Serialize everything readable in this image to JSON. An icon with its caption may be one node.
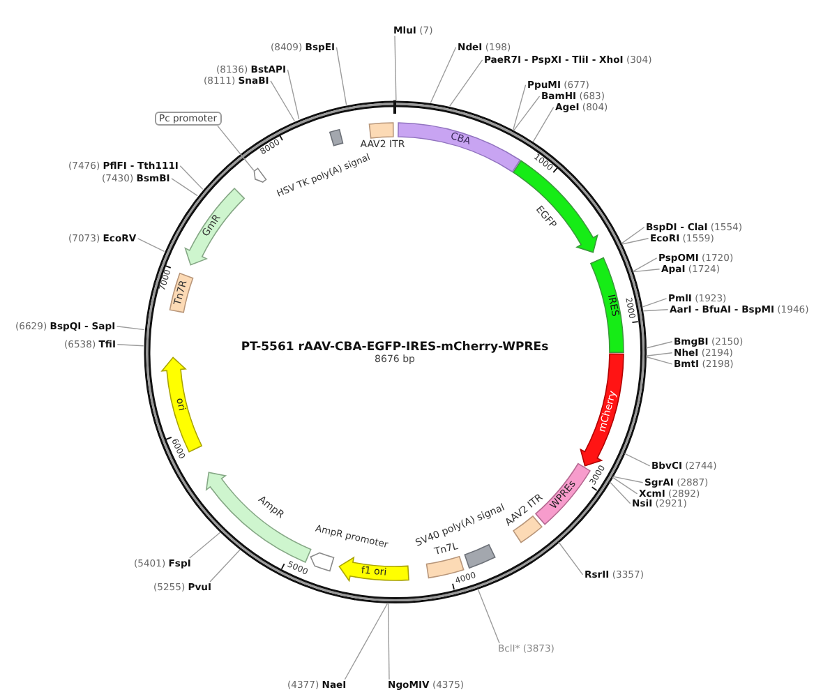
{
  "diagram": {
    "title": "PT-5561 rAAV-CBA-EGFP-IRES-mCherry-WPREs",
    "nodes": [
      {
        "text": [],
        "shape": "circle"
      },
      {
        "text": [
          "CBA"
        ],
        "in": 0
      },
      {
        "text": [],
        "shape": "arrow",
        "beside": [
          "EGFP"
        ],
        "in": 0
      },
      {
        "text": [
          "IRES"
        ],
        "in": 0
      },
      {
        "text": [
          "mCherry"
        ],
        "in": 0
      },
      {
        "text": [
          "WPREs"
        ],
        "in": 0
      },
      {
        "text": [],
        "shape": "box",
        "beside": [
          "AAV2 ITR"
        ],
        "in": 0
      },
      {
        "text": [],
        "shape": "box",
        "beside": [
          "SV40 poly(A) signal"
        ],
        "in": 0
      },
      {
        "text": [],
        "shape": "box",
        "beside": [
          "Tn7L"
        ],
        "in": 0
      },
      {
        "text": [
          "f1 ori"
        ],
        "in": 0
      },
      {
        "text": [],
        "shape": "arrow",
        "beside": [
          "AmpR promoter"
        ],
        "in": 0
      },
      {
        "text": [],
        "shape": "arrow",
        "beside": [
          "AmpR"
        ],
        "in": 0
      },
      {
        "text": [
          "ori"
        ],
        "in": 0
      },
      {
        "text": [
          "Tn7R"
        ],
        "in": 0
      },
      {
        "text": [
          "GmR"
        ],
        "in": 0
      },
      {
        "text": [],
        "shape": "arrow",
        "in": 0
      },
      {
        "text": [],
        "shape": "box",
        "beside": [
          "HSV TK poly(A) signal"
        ],
        "in": 0
      },
      {
        "text": [],
        "shape": "box",
        "beside": [
          "AAV2 ITR"
        ],
        "in": 0
      },
      {
        "text": [
          "Pc promoter"
        ]
      },
      {
        "text": [
          "**MluI** (7)"
        ]
      },
      {
        "text": [
          "**NdeI** (198)"
        ]
      },
      {
        "text": [
          "**PaeR7I - PspXI - TliI - XhoI** (304)"
        ]
      },
      {
        "text": [
          "**PpuMI** (677)"
        ]
      },
      {
        "text": [
          "**BamHI** (683)"
        ]
      },
      {
        "text": [
          "**AgeI** (804)"
        ]
      },
      {
        "text": [
          "**BspDI - ClaI** (1554)"
        ]
      },
      {
        "text": [
          "**EcoRI** (1559)"
        ]
      },
      {
        "text": [
          "**PspOMI** (1720)"
        ]
      },
      {
        "text": [
          "**ApaI** (1724)"
        ]
      },
      {
        "text": [
          "**PmlI** (1923)"
        ]
      },
      {
        "text": [
          "**AarI - BfuAI - BspMI** (1946)"
        ]
      },
      {
        "text": [
          "**BmgBI** (2150)"
        ]
      },
      {
        "text": [
          "**NheI** (2194)"
        ]
      },
      {
        "text": [
          "**BmtI** (2198)"
        ]
      },
      {
        "text": [
          "**BbvCI** (2744)"
        ]
      },
      {
        "text": [
          "**SgrAI** (2887)"
        ]
      },
      {
        "text": [
          "**XcmI** (2892)"
        ]
      },
      {
        "text": [
          "**NsiI** (2921)"
        ]
      },
      {
        "text": [
          "**RsrII** (3357)"
        ]
      },
      {
        "text": [
          "BclI* (3873)"
        ]
      },
      {
        "text": [
          "**NgoMIV** (4375)"
        ]
      },
      {
        "text": [
          "(4377) **NaeI**"
        ]
      },
      {
        "text": [
          "(5255) **PvuI**"
        ]
      },
      {
        "text": [
          "(5401) **FspI**"
        ]
      },
      {
        "text": [
          "(6538) **TfiI**"
        ]
      },
      {
        "text": [
          "(6629) **BspQI - SapI**"
        ]
      },
      {
        "text": [
          "(7073) **EcoRV**"
        ]
      },
      {
        "text": [
          "(7430) **BsmBI**"
        ]
      },
      {
        "text": [
          "(7476) **PflFI - Tth111I**"
        ]
      },
      {
        "text": [
          "(8111) **SnaBI**"
        ]
      },
      {
        "text": [
          "(8136) **BstAPI**"
        ]
      },
      {
        "text": [
          "(8409) **BspEI**"
        ]
      }
    ],
    "edges": [
      {
        "from": 18,
        "to": 15,
        "arrow": "none"
      },
      {
        "from": 19,
        "to": 0,
        "arrow": "none"
      },
      {
        "from": 20,
        "to": 0,
        "arrow": "none"
      },
      {
        "from": 21,
        "to": 0,
        "arrow": "none"
      },
      {
        "from": 22,
        "to": 0,
        "arrow": "none"
      },
      {
        "from": 23,
        "to": 0,
        "arrow": "none"
      },
      {
        "from": 24,
        "to": 0,
        "arrow": "none"
      },
      {
        "from": 25,
        "to": 0,
        "arrow": "none"
      },
      {
        "from": 26,
        "to": 0,
        "arrow": "none"
      },
      {
        "from": 27,
        "to": 0,
        "arrow": "none"
      },
      {
        "from": 28,
        "to": 0,
        "arrow": "none"
      },
      {
        "from": 29,
        "to": 0,
        "arrow": "none"
      },
      {
        "from": 30,
        "to": 0,
        "arrow": "none"
      },
      {
        "from": 31,
        "to": 0,
        "arrow": "none"
      },
      {
        "from": 32,
        "to": 0,
        "arrow": "none"
      },
      {
        "from": 33,
        "to": 0,
        "arrow": "none"
      },
      {
        "from": 34,
        "to": 0,
        "arrow": "none"
      },
      {
        "from": 35,
        "to": 0,
        "arrow": "none"
      },
      {
        "from": 36,
        "to": 0,
        "arrow": "none"
      },
      {
        "from": 37,
        "to": 0,
        "arrow": "none"
      },
      {
        "from": 38,
        "to": 0,
        "arrow": "none"
      },
      {
        "from": 39,
        "to": 0,
        "arrow": "none"
      },
      {
        "from": 40,
        "to": 0,
        "arrow": "none"
      },
      {
        "from": 41,
        "to": 0,
        "arrow": "none"
      },
      {
        "from": 42,
        "to": 0,
        "arrow": "none"
      },
      {
        "from": 43,
        "to": 0,
        "arrow": "none"
      },
      {
        "from": 44,
        "to": 0,
        "arrow": "none"
      },
      {
        "from": 45,
        "to": 0,
        "arrow": "none"
      },
      {
        "from": 46,
        "to": 0,
        "arrow": "none"
      },
      {
        "from": 47,
        "to": 0,
        "arrow": "none"
      },
      {
        "from": 48,
        "to": 0,
        "arrow": "none"
      },
      {
        "from": 49,
        "to": 0,
        "arrow": "none"
      },
      {
        "from": 50,
        "to": 0,
        "arrow": "none"
      },
      {
        "from": 51,
        "to": 0,
        "arrow": "none"
      }
    ],
    "labels": [
      "8676 bp",
      "1000",
      "2000",
      "3000",
      "4000",
      "5000",
      "6000",
      "7000",
      "8000"
    ]
  }
}
